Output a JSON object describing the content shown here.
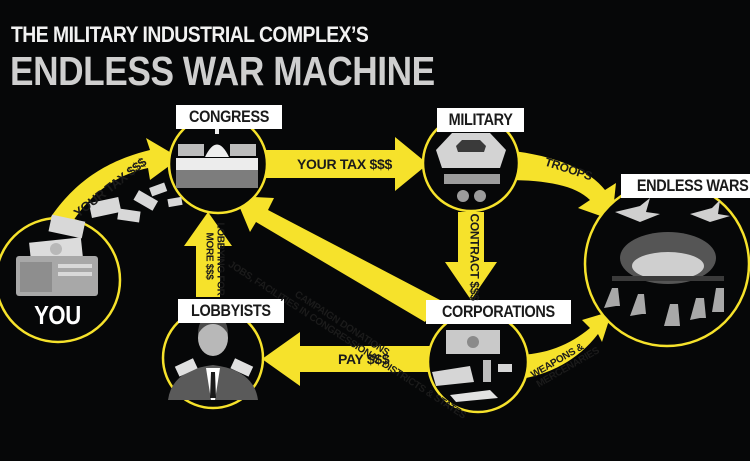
{
  "title": {
    "line1": "THE MILITARY INDUSTRIAL COMPLEX’S",
    "line2": "ENDLESS WAR MACHINE"
  },
  "colors": {
    "background": "#060708",
    "accent_yellow": "#f6e22b",
    "label_bg": "#ffffff",
    "title_primary": "#f2f2f2",
    "title_secondary": "#cfcfcf"
  },
  "nodes": {
    "you": {
      "label": "YOU",
      "icon": "wallet-with-cash-icon"
    },
    "congress": {
      "label": "CONGRESS",
      "icon": "capitol-building-icon"
    },
    "military": {
      "label": "MILITARY",
      "icon": "pentagon-icon"
    },
    "lobbyists": {
      "label": "LOBBYISTS",
      "icon": "businessman-icon"
    },
    "corporations": {
      "label": "CORPORATIONS",
      "icon": "money-and-weapons-icon"
    },
    "endless_wars": {
      "label": "ENDLESS WARS",
      "icon": "battle-scene-icon"
    }
  },
  "edges": [
    {
      "from": "you",
      "to": "congress",
      "label": "YOUR TAX $$$"
    },
    {
      "from": "congress",
      "to": "military",
      "label": "YOUR TAX $$$"
    },
    {
      "from": "military",
      "to": "endless_wars",
      "label": "TROOPS"
    },
    {
      "from": "military",
      "to": "corporations",
      "label": "CONTRACT $$$"
    },
    {
      "from": "corporations",
      "to": "congress",
      "label_line1": "CAMPAIGN DONATIONS,",
      "label_line2": "JOBS, FACILITIES IN CONGRESSIONAL DISTRICTS & STATES"
    },
    {
      "from": "lobbyists",
      "to": "congress",
      "label_line1": "LOBBYING FOR",
      "label_line2": "MORE $$$"
    },
    {
      "from": "corporations",
      "to": "lobbyists",
      "label": "PAY $$$"
    },
    {
      "from": "corporations",
      "to": "endless_wars",
      "label_line1": "WEAPONS &",
      "label_line2": "MERCENARIES"
    }
  ]
}
